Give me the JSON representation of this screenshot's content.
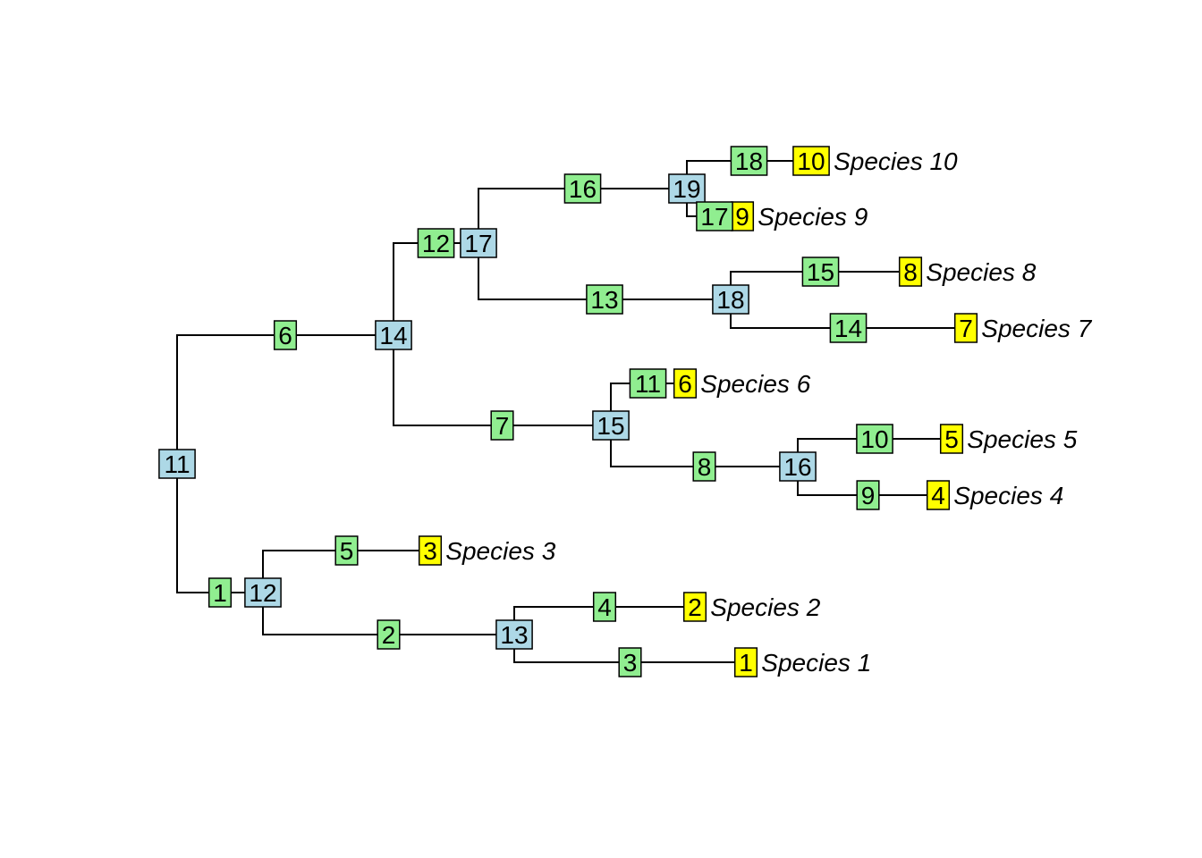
{
  "colors": {
    "node_label": "#ADD8E6",
    "edge_label": "#90EE90",
    "tip_label": "#FFFF00",
    "branch": "#000000"
  },
  "tips": [
    {
      "id": 1,
      "label": "1",
      "name": "Species 1"
    },
    {
      "id": 2,
      "label": "2",
      "name": "Species 2"
    },
    {
      "id": 3,
      "label": "3",
      "name": "Species 3"
    },
    {
      "id": 4,
      "label": "4",
      "name": "Species 4"
    },
    {
      "id": 5,
      "label": "5",
      "name": "Species 5"
    },
    {
      "id": 6,
      "label": "6",
      "name": "Species 6"
    },
    {
      "id": 7,
      "label": "7",
      "name": "Species 7"
    },
    {
      "id": 8,
      "label": "8",
      "name": "Species 8"
    },
    {
      "id": 9,
      "label": "9",
      "name": "Species 9"
    },
    {
      "id": 10,
      "label": "10",
      "name": "Species 10"
    }
  ],
  "nodes": [
    {
      "id": 11,
      "label": "11"
    },
    {
      "id": 12,
      "label": "12"
    },
    {
      "id": 13,
      "label": "13"
    },
    {
      "id": 14,
      "label": "14"
    },
    {
      "id": 15,
      "label": "15"
    },
    {
      "id": 16,
      "label": "16"
    },
    {
      "id": 17,
      "label": "17"
    },
    {
      "id": 18,
      "label": "18"
    },
    {
      "id": 19,
      "label": "19"
    }
  ],
  "edges": [
    {
      "label": "1",
      "parent": 11,
      "child": 12
    },
    {
      "label": "2",
      "parent": 12,
      "child": 13
    },
    {
      "label": "3",
      "parent": 13,
      "child": 1
    },
    {
      "label": "4",
      "parent": 13,
      "child": 2
    },
    {
      "label": "5",
      "parent": 12,
      "child": 3
    },
    {
      "label": "6",
      "parent": 11,
      "child": 14
    },
    {
      "label": "7",
      "parent": 14,
      "child": 15
    },
    {
      "label": "8",
      "parent": 15,
      "child": 16
    },
    {
      "label": "9",
      "parent": 16,
      "child": 4
    },
    {
      "label": "10",
      "parent": 16,
      "child": 5
    },
    {
      "label": "11",
      "parent": 15,
      "child": 6
    },
    {
      "label": "12",
      "parent": 14,
      "child": 17
    },
    {
      "label": "13",
      "parent": 17,
      "child": 18
    },
    {
      "label": "14",
      "parent": 18,
      "child": 7
    },
    {
      "label": "15",
      "parent": 18,
      "child": 8
    },
    {
      "label": "16",
      "parent": 17,
      "child": 19
    },
    {
      "label": "17",
      "parent": 19,
      "child": 9
    },
    {
      "label": "18",
      "parent": 19,
      "child": 10
    }
  ]
}
